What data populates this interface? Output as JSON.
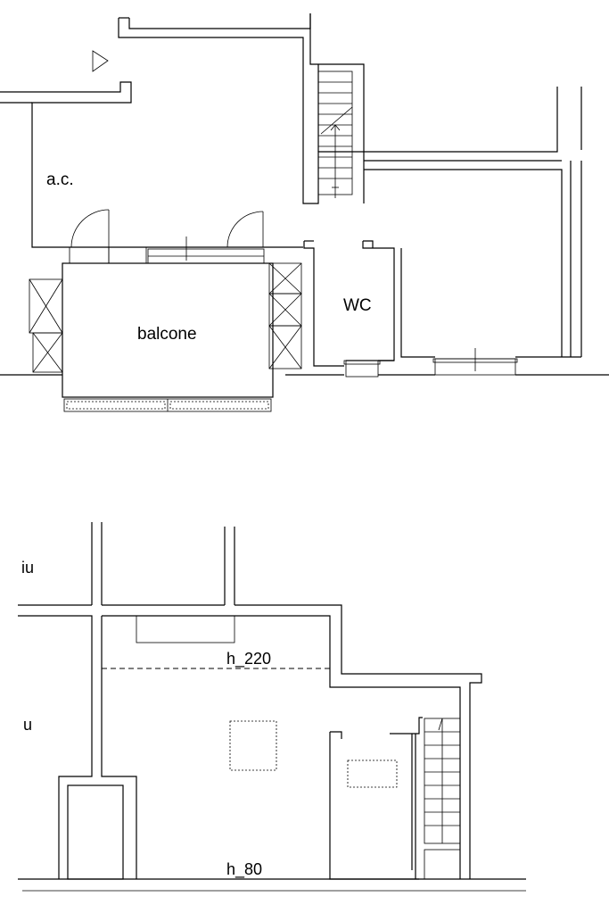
{
  "labels": {
    "ac": "a.c.",
    "balcone": "balcone",
    "wc": "WC",
    "h220": "h_220",
    "h80": "h_80",
    "iu": "iu",
    "u": "u"
  }
}
